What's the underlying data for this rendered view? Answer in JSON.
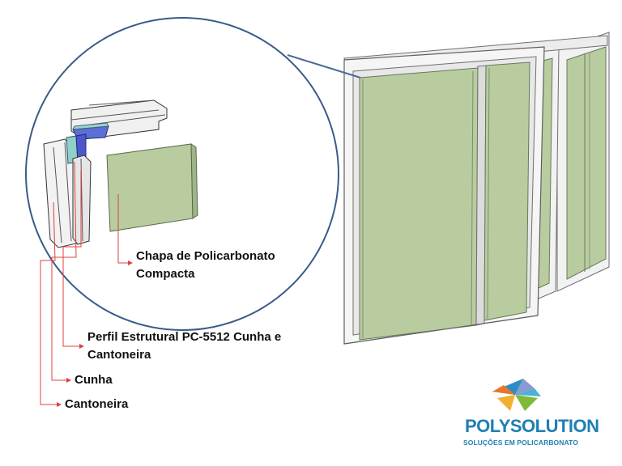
{
  "callouts": {
    "chapa_line1": "Chapa de Policarbonato",
    "chapa_line2": "Compacta",
    "perfil_line1": "Perfil Estrutural PC-5512 Cunha e",
    "perfil_line2": "Cantoneira",
    "cunha": "Cunha",
    "cantoneira": "Cantoneira"
  },
  "logo": {
    "name": "POLYSOLUTION",
    "tagline": "SOLUÇÕES EM POLICARBONATO"
  },
  "colors": {
    "panel_green": "#b8cca0",
    "circle_outline": "#3a5a8a",
    "callout_line": "#e04040",
    "logo_blue": "#1f7fb3"
  }
}
